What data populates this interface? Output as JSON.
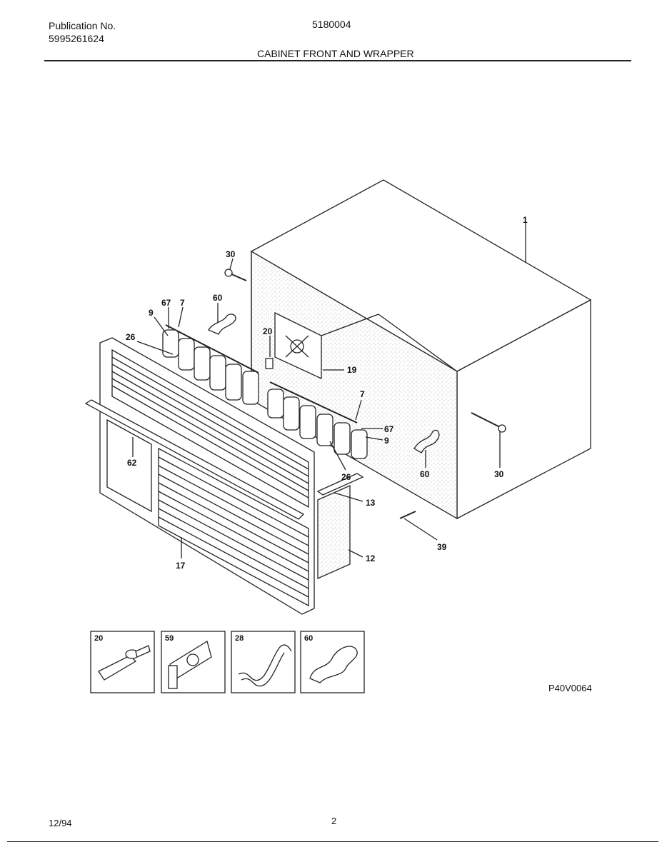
{
  "header": {
    "publication_label": "Publication No.",
    "publication_number": "5995261624",
    "model": "5180004",
    "section_title": "CABINET FRONT AND WRAPPER"
  },
  "callouts": {
    "c1": "1",
    "c30a": "30",
    "c30b": "30",
    "c67a": "67",
    "c67b": "67",
    "c7a": "7",
    "c7b": "7",
    "c60a": "60",
    "c60b": "60",
    "c9a": "9",
    "c9b": "9",
    "c26a": "26",
    "c26b": "26",
    "c20": "20",
    "c19": "19",
    "c62": "62",
    "c13": "13",
    "c12": "12",
    "c17": "17",
    "c39": "39"
  },
  "detail_boxes": [
    {
      "label": "20"
    },
    {
      "label": "59"
    },
    {
      "label": "28"
    },
    {
      "label": "60"
    }
  ],
  "drawing_code": "P40V0064",
  "footer": {
    "date": "12/94",
    "page": "2"
  }
}
